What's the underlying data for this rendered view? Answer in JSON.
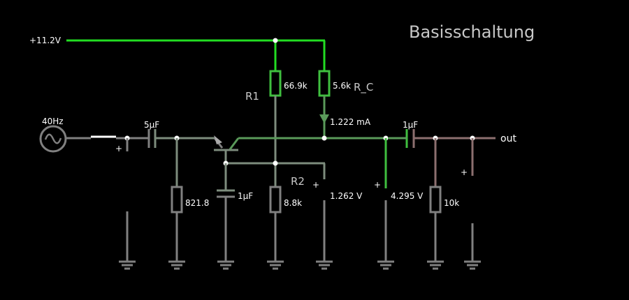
{
  "title": "Basisschaltung",
  "supply": {
    "label": "+11.2V"
  },
  "source": {
    "label": "40Hz",
    "icon": "ac-source-icon"
  },
  "components": {
    "c_in": {
      "value": "5µF"
    },
    "r_e": {
      "value": "821.8"
    },
    "c_base": {
      "value": "1µF"
    },
    "r1": {
      "name": "R1",
      "value": "66.9k"
    },
    "r2": {
      "name": "R2",
      "value": "8.8k"
    },
    "rc": {
      "name": "R_C",
      "value": "5.6k"
    },
    "c_out": {
      "value": "1µF"
    },
    "r_load": {
      "value": "10k"
    }
  },
  "meters": {
    "current": "1.222 mA",
    "v_base": "1.262 V",
    "v_collector": "4.295 V"
  },
  "plus_sign": "+",
  "output": {
    "label": "out"
  },
  "colors": {
    "background": "#000000",
    "supply_wire": "#22dd22",
    "mid_wire": "#5a9a5a",
    "gray_wire": "#808080",
    "gray_green_wire": "#7d8c7d",
    "out_wire": "#8c6f6f",
    "text": "#ffffff",
    "title_text": "#c8c8c8"
  }
}
